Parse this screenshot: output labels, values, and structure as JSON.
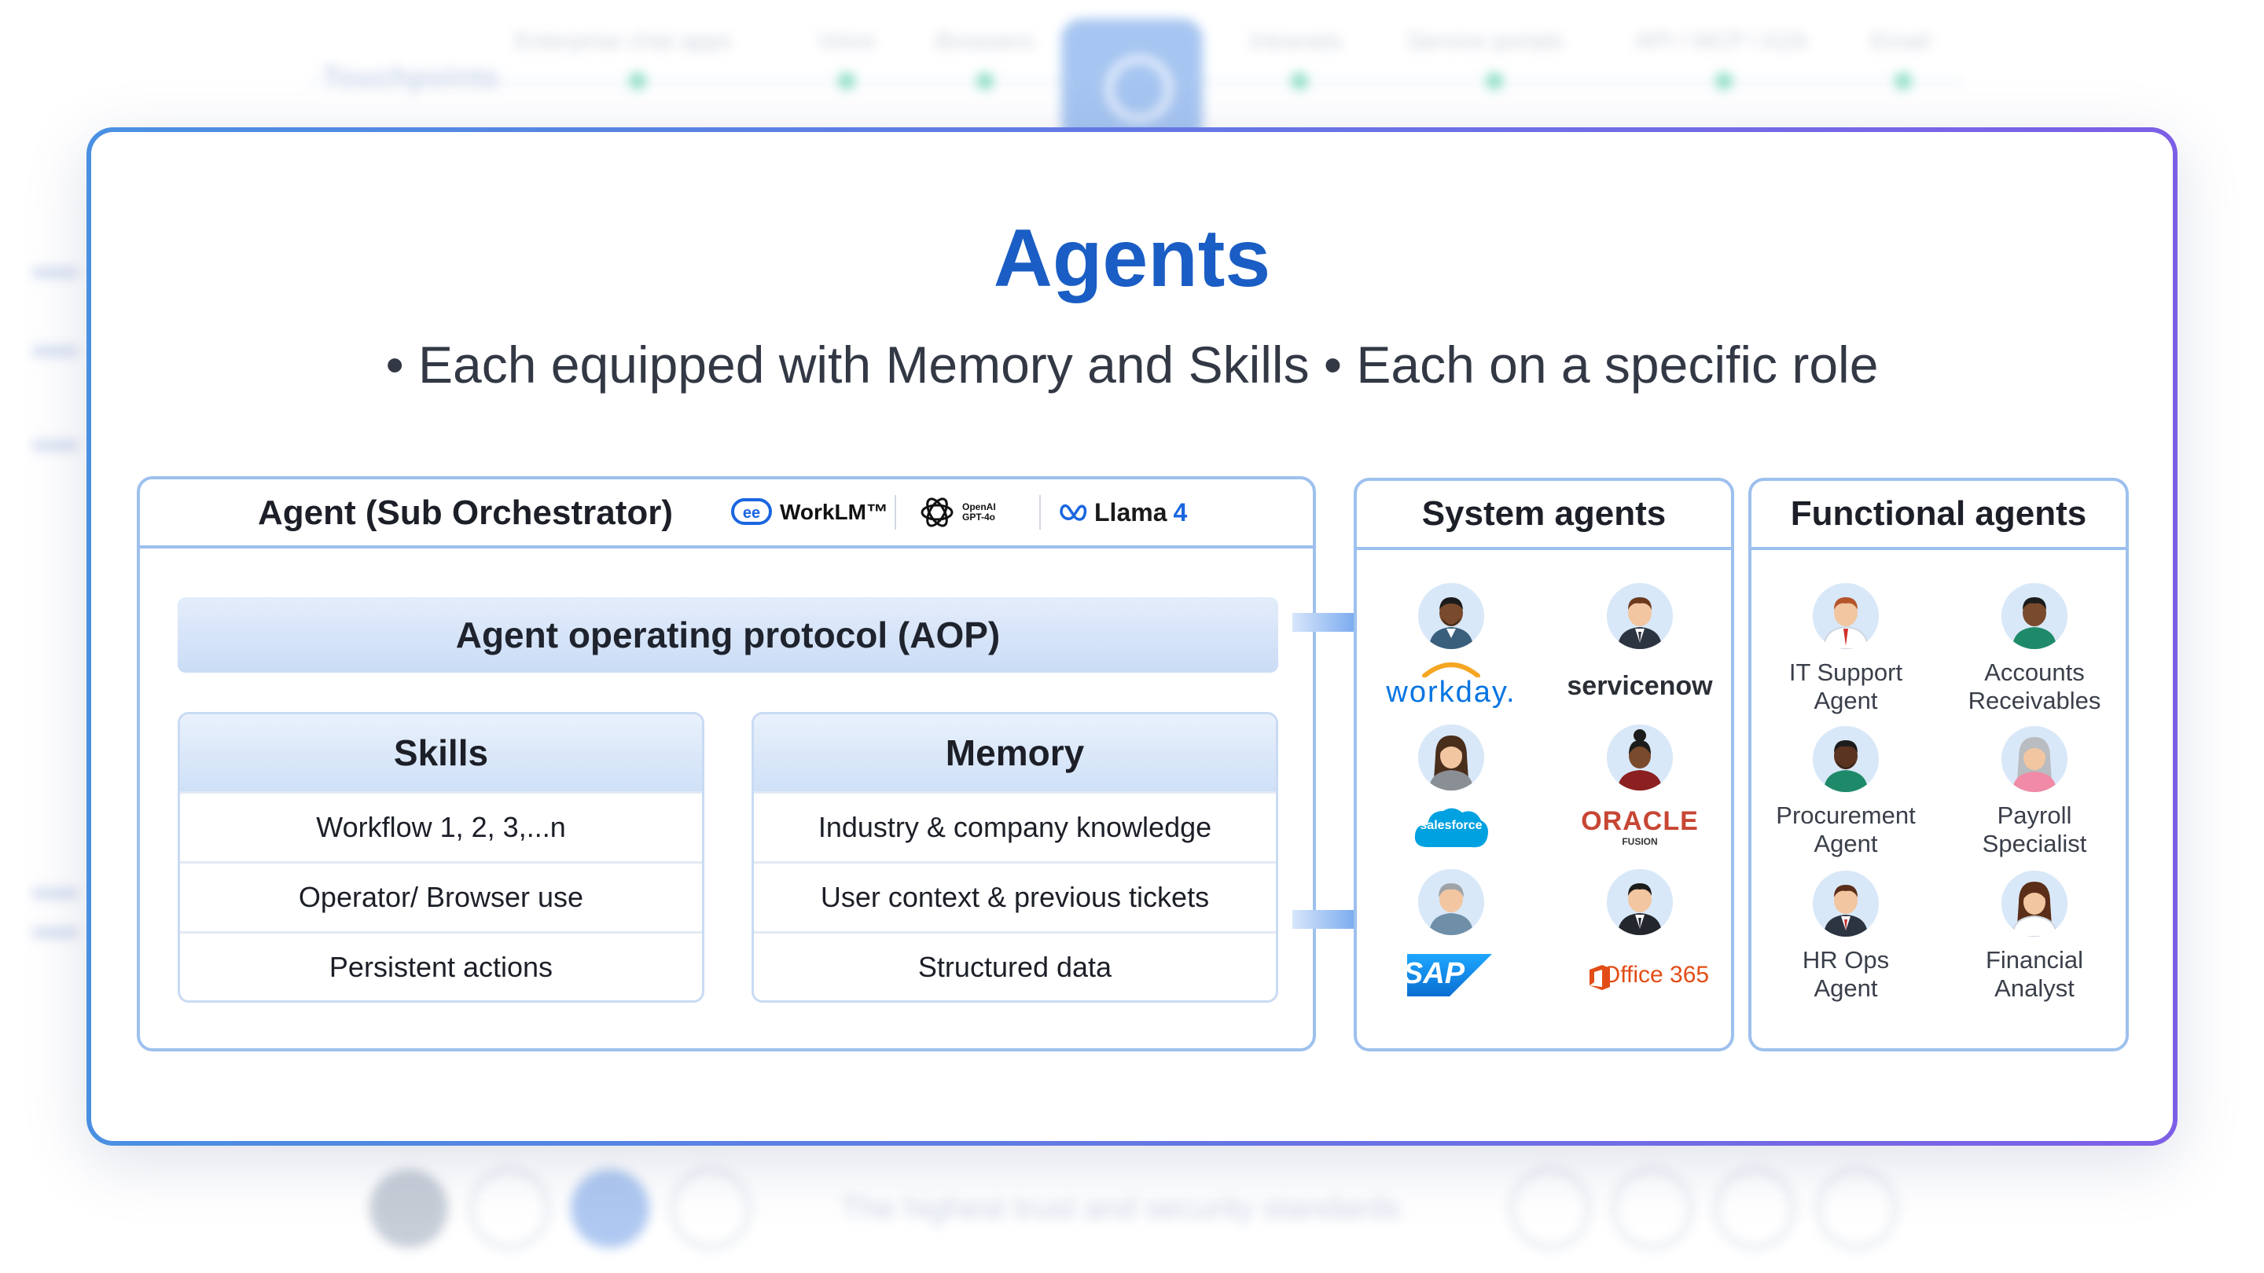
{
  "background": {
    "top_title": "Touchpoints",
    "top_items": [
      "Enterprise chat apps",
      "Voice",
      "Browsers",
      "Intranets",
      "Service portals",
      "API / MCP / A2A",
      "Email"
    ],
    "bottom_text": "The highest trust and security standards"
  },
  "card": {
    "title": "Agents",
    "subtitle": "• Each equipped with Memory and Skills • Each on a specific role"
  },
  "agent_panel": {
    "title": "Agent (Sub Orchestrator)",
    "logos": {
      "worklm": "WorkLM™",
      "openai_line1": "OpenAI",
      "openai_line2": "GPT-4o",
      "llama": "Llama",
      "llama_version": "4"
    },
    "aop": "Agent operating protocol (AOP)",
    "skills": {
      "title": "Skills",
      "items": [
        "Workflow 1, 2, 3,...n",
        "Operator/ Browser use",
        "Persistent actions"
      ]
    },
    "memory": {
      "title": "Memory",
      "items": [
        "Industry & company knowledge",
        "User context & previous tickets",
        "Structured data"
      ]
    }
  },
  "system_agents": {
    "title": "System agents",
    "brands": [
      "workday.",
      "servicenow",
      "salesforce",
      "ORACLE",
      "SAP",
      "Office 365"
    ],
    "oracle_sub": "FUSION"
  },
  "functional_agents": {
    "title": "Functional agents",
    "items": [
      {
        "line1": "IT Support",
        "line2": "Agent"
      },
      {
        "line1": "Accounts",
        "line2": "Receivables"
      },
      {
        "line1": "Procurement",
        "line2": "Agent"
      },
      {
        "line1": "Payroll",
        "line2": "Specialist"
      },
      {
        "line1": "HR Ops",
        "line2": "Agent"
      },
      {
        "line1": "Financial",
        "line2": "Analyst"
      }
    ]
  },
  "colors": {
    "title_blue": "#1a5dc4",
    "panel_border": "#9dc0ee",
    "card_gradient_start": "#4a90e2",
    "card_gradient_end": "#7d5fe6",
    "workday_orange": "#f5a623",
    "workday_blue": "#0875e1",
    "salesforce_blue": "#00a1e0",
    "oracle_red": "#c74634",
    "sap_blue": "#0a6ed1",
    "office_orange": "#e24d16",
    "servicenow_green": "#62d84e"
  }
}
